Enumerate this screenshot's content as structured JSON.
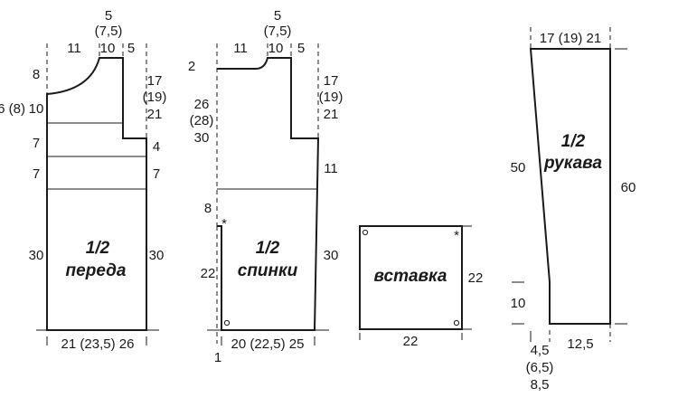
{
  "front": {
    "title_line1": "1/2",
    "title_line2": "переда",
    "neck_width": "5",
    "neck_width_alt": "(7,5)",
    "shoulder_left": "11",
    "neck_top_seg": "10",
    "shoulder_right": "5",
    "left_height_a": "8",
    "left_height_b": "6 (8)",
    "left_height_b_2": "10",
    "left_height_c": "7",
    "left_height_d": "7",
    "left_height_e": "30",
    "right_height_a": "17",
    "right_height_a_alt": "(19)",
    "right_height_a_alt2": "21",
    "right_height_b": "4",
    "right_height_c": "7",
    "right_height_d": "30",
    "bottom_width": "21 (23,5) 26"
  },
  "back": {
    "title_line1": "1/2",
    "title_line2": "спинки",
    "neck_width": "5",
    "neck_width_alt": "(7,5)",
    "shoulder_left": "11",
    "neck_top_seg": "10",
    "shoulder_right": "5",
    "left_top": "2",
    "left_height_a": "26",
    "left_height_a_alt": "(28)",
    "left_height_a_alt2": "30",
    "left_height_b": "8",
    "left_height_c": "22",
    "right_height_a": "17",
    "right_height_a_alt": "(19)",
    "right_height_a_alt2": "21",
    "right_height_b": "11",
    "right_height_c": "30",
    "bottom_width": "20 (22,5) 25",
    "bottom_offset": "1",
    "star": "*"
  },
  "insert": {
    "title": "вставка",
    "height": "22",
    "width": "22",
    "star": "*"
  },
  "sleeve": {
    "title_line1": "1/2",
    "title_line2": "рукава",
    "top_width": "17 (19) 21",
    "left_height_a": "50",
    "left_height_b": "10",
    "right_height": "60",
    "bottom_width": "12,5",
    "bottom_offset_a": "4,5",
    "bottom_offset_b": "(6,5)",
    "bottom_offset_c": "8,5"
  }
}
